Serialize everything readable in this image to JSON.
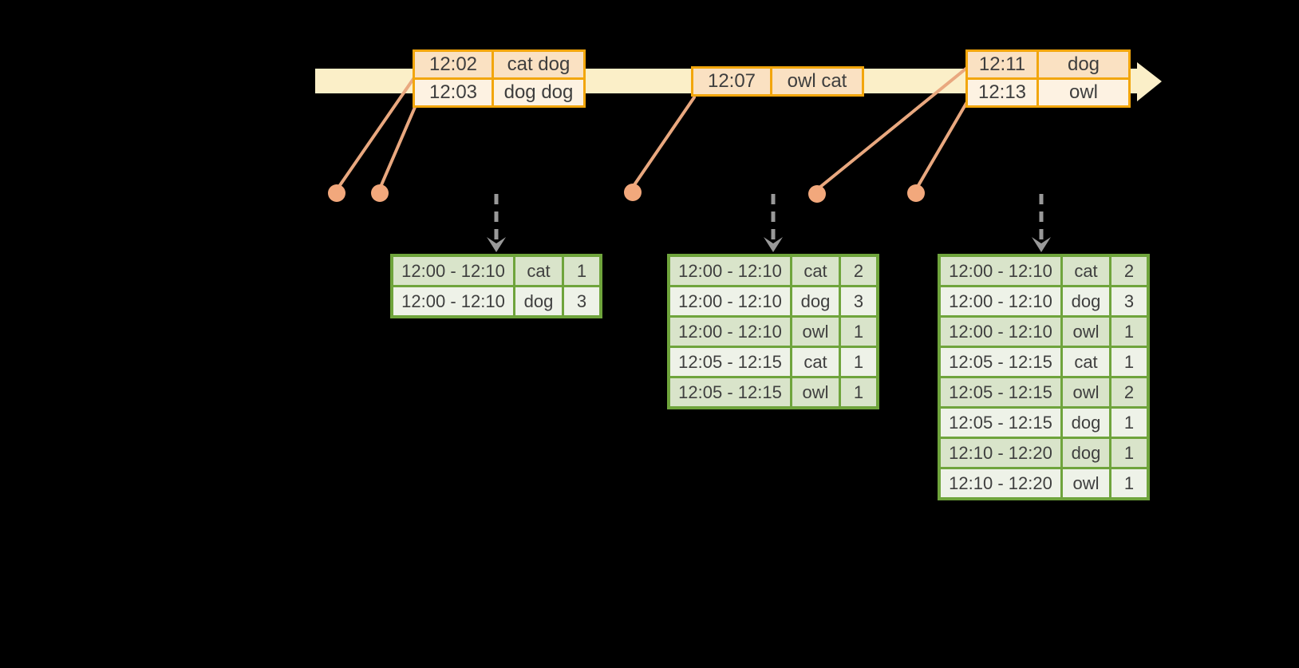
{
  "diagram": {
    "description": "Timeline of word events flowing into windowed grouped-aggregation result tables",
    "colors": {
      "background": "#000000",
      "timeline_band": "#FBEFC8",
      "event_table_border": "#F2A60C",
      "event_row_dark": "#FAE1C2",
      "event_row_light": "#FDF2E2",
      "connector_line": "#E9A87F",
      "event_dot": "#F2A87C",
      "trigger_arrow": "#999999",
      "result_table_border": "#6FA43C",
      "result_row_dark": "#D9E4CA",
      "result_row_light": "#EEF2E8",
      "text": "#3E3E3E"
    }
  },
  "event_tables": [
    {
      "name": "events at 12:02 and 12:03",
      "rows": [
        [
          "12:02",
          "cat dog"
        ],
        [
          "12:03",
          "dog dog"
        ]
      ]
    },
    {
      "name": "event at 12:07",
      "rows": [
        [
          "12:07",
          "owl cat"
        ]
      ]
    },
    {
      "name": "events at 12:11 and 12:13",
      "rows": [
        [
          "12:11",
          "dog"
        ],
        [
          "12:13",
          "owl"
        ]
      ]
    }
  ],
  "result_tables": [
    {
      "name": "counts after first trigger",
      "rows": [
        [
          "12:00 - 12:10",
          "cat",
          "1"
        ],
        [
          "12:00 - 12:10",
          "dog",
          "3"
        ]
      ]
    },
    {
      "name": "counts after second trigger",
      "rows": [
        [
          "12:00 - 12:10",
          "cat",
          "2"
        ],
        [
          "12:00 - 12:10",
          "dog",
          "3"
        ],
        [
          "12:00 - 12:10",
          "owl",
          "1"
        ],
        [
          "12:05 - 12:15",
          "cat",
          "1"
        ],
        [
          "12:05 - 12:15",
          "owl",
          "1"
        ]
      ]
    },
    {
      "name": "counts after third trigger",
      "rows": [
        [
          "12:00 - 12:10",
          "cat",
          "2"
        ],
        [
          "12:00 - 12:10",
          "dog",
          "3"
        ],
        [
          "12:00 - 12:10",
          "owl",
          "1"
        ],
        [
          "12:05 - 12:15",
          "cat",
          "1"
        ],
        [
          "12:05 - 12:15",
          "owl",
          "2"
        ],
        [
          "12:05 - 12:15",
          "dog",
          "1"
        ],
        [
          "12:10 - 12:20",
          "dog",
          "1"
        ],
        [
          "12:10 - 12:20",
          "owl",
          "1"
        ]
      ]
    }
  ]
}
